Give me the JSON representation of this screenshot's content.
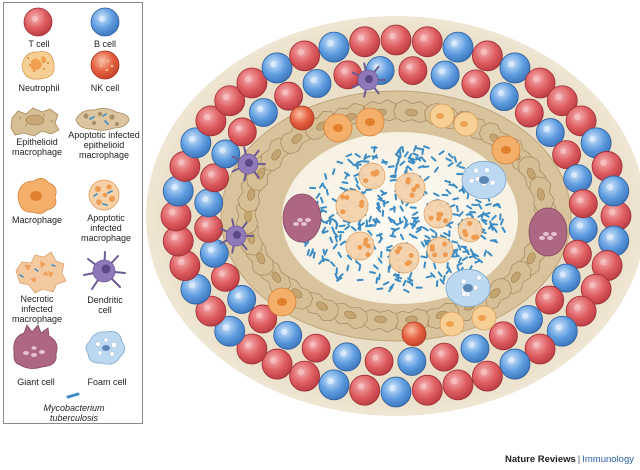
{
  "legend": {
    "items": [
      {
        "key": "t_cell",
        "label": "T cell"
      },
      {
        "key": "b_cell",
        "label": "B cell"
      },
      {
        "key": "neutrophil",
        "label": "Neutrophil"
      },
      {
        "key": "nk_cell",
        "label": "NK cell"
      },
      {
        "key": "epithelioid_macrophage",
        "label": "Epithelioid\nmacrophage"
      },
      {
        "key": "apoptotic_epithelioid",
        "label": "Apoptotic infected\nepithelioid\nmacrophage"
      },
      {
        "key": "macrophage",
        "label": "Macrophage"
      },
      {
        "key": "apoptotic_macrophage",
        "label": "Apoptotic\ninfected\nmacrophage"
      },
      {
        "key": "necrotic_macrophage",
        "label": "Necrotic\ninfected\nmacrophage"
      },
      {
        "key": "dendritic_cell",
        "label": "Dendritic\ncell"
      },
      {
        "key": "giant_cell",
        "label": "Giant cell"
      },
      {
        "key": "foam_cell",
        "label": "Foam cell"
      }
    ],
    "bacterium_label": "Mycobacterium\ntuberculosis"
  },
  "footer": {
    "journal": "Nature Reviews",
    "separator": "|",
    "section": "Immunology"
  },
  "colors": {
    "t_cell": "#d9545a",
    "b_cell": "#4f8fd6",
    "nk_cell": "#e0553c",
    "neutrophil": "#f2c48c",
    "macrophage": "#f2a35a",
    "epithelioid": "#cdb48a",
    "dendritic": "#8a72b4",
    "giant": "#a9607a",
    "foam": "#b8d6ef",
    "bacterium": "#3b8cc5",
    "halo": "#e8dcc4"
  }
}
